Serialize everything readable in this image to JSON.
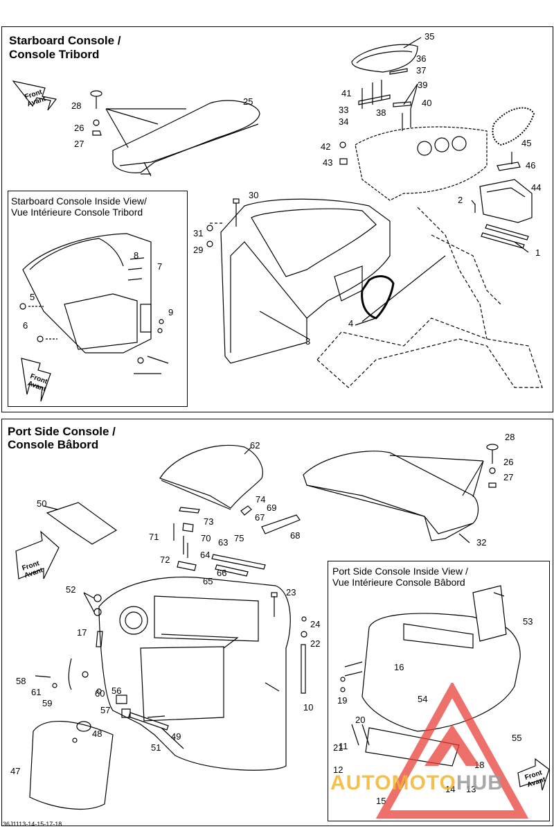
{
  "top_panel": {
    "title_line1": "Starboard Console /",
    "title_line2": "Console Tribord",
    "inset_title_line1": "Starboard Console Inside View/",
    "inset_title_line2": "Vue Intérieure Console Tribord",
    "callouts": [
      "1",
      "2",
      "3",
      "4",
      "5",
      "6",
      "7",
      "8",
      "9",
      "25",
      "26",
      "27",
      "28",
      "29",
      "30",
      "31",
      "33",
      "34",
      "35",
      "36",
      "37",
      "38",
      "39",
      "40",
      "41",
      "42",
      "43",
      "44",
      "45",
      "46"
    ]
  },
  "bottom_panel": {
    "title_line1": "Port Side Console /",
    "title_line2": "Console Bâbord",
    "inset_title_line1": "Port Side Console Inside View /",
    "inset_title_line2": "Vue Intérieure Console Bâbord",
    "callouts": [
      "10",
      "11",
      "12",
      "13",
      "14",
      "15",
      "16",
      "17",
      "18",
      "19",
      "20",
      "21",
      "22",
      "23",
      "24",
      "26",
      "27",
      "28",
      "32",
      "47",
      "48",
      "49",
      "50",
      "51",
      "52",
      "53",
      "54",
      "55",
      "56",
      "57",
      "58",
      "59",
      "60",
      "61",
      "62",
      "63",
      "64",
      "65",
      "66",
      "67",
      "68",
      "69",
      "70",
      "71",
      "72",
      "73",
      "74",
      "75"
    ]
  },
  "arrow_label_line1": "Front",
  "arrow_label_line2": "Avant",
  "figure_code": "36J1113-14-15-17-18",
  "watermark": {
    "part1": "AUTOMOTO",
    "part2": "HUB",
    "color1": "#f2b631",
    "color2": "#9a9a9a",
    "logo_color": "#e8413a"
  }
}
